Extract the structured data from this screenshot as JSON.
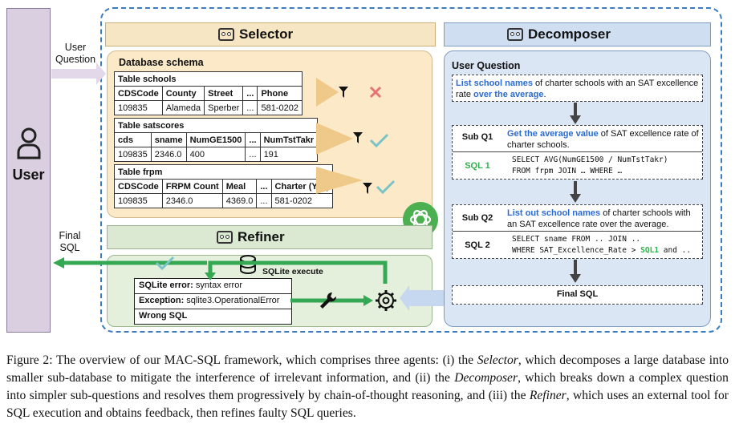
{
  "user": {
    "label": "User",
    "question_label": "User\nQuestion",
    "final_sql_label": "Final\nSQL"
  },
  "selector": {
    "title": "Selector",
    "schema_title": "Database schema",
    "tables": [
      {
        "name": "Table schools",
        "columns": [
          "CDSCode",
          "County",
          "Street",
          "...",
          "Phone"
        ],
        "row": [
          "109835",
          "Alameda",
          "Sperber",
          "...",
          "581-0202"
        ]
      },
      {
        "name": "Table satscores",
        "columns": [
          "cds",
          "sname",
          "NumGE1500",
          "...",
          "NumTstTakr"
        ],
        "row": [
          "109835",
          "2346.0",
          "400",
          "...",
          "191"
        ]
      },
      {
        "name": "Table frpm",
        "columns": [
          "CDSCode",
          "FRPM Count",
          "Meal",
          "...",
          "Charter (Y/N)"
        ],
        "row": [
          "109835",
          "2346.0",
          "4369.0",
          "...",
          "581-0202"
        ]
      }
    ]
  },
  "decomposer": {
    "title": "Decomposer",
    "uq_title": "User Question",
    "uq_p1": "List school names",
    "uq_p2": " of charter schools with an SAT excellence rate ",
    "uq_p3": "over the average",
    "uq_p4": ".",
    "subq1_label": "Sub Q1",
    "subq1_p1": "Get the average value",
    "subq1_p2": " of SAT excellence rate of charter schools.",
    "sql1_label": "SQL 1",
    "sql1_line1": "SELECT AVG(NumGE1500 / NumTstTakr)",
    "sql1_line2": "FROM frpm JOIN … WHERE …",
    "subq2_label": "Sub Q2",
    "subq2_p1": "List out school names",
    "subq2_p2": " of charter schools with an SAT excellence rate over the average.",
    "sql2_label": "SQL 2",
    "sql2_line1": "SELECT sname FROM .. JOIN ..",
    "sql2_line2a": "WHERE SAT_Excellence_Rate > ",
    "sql2_line2b": "SQL1",
    "sql2_line2c": " and ..",
    "final_sql": "Final SQL"
  },
  "refiner": {
    "title": "Refiner",
    "execute_label": "SQLite execute",
    "err1_bold": "SQLite error:",
    "err1_text": " syntax error",
    "err2_bold": "Exception:",
    "err2_text": " sqlite3.OperationalError",
    "err3": "Wrong SQL"
  },
  "caption": {
    "c1": "Figure 2: The overview of our MAC-SQL framework, which comprises three agents: (i) the ",
    "c2": "Selector",
    "c3": ", which decomposes a large database into smaller sub-database to mitigate the interference of irrelevant information, and (ii) the ",
    "c4": "Decomposer",
    "c5": ", which breaks down a complex question into simpler sub-questions and resolves them progressively by chain-of-thought reasoning, and (iii) the ",
    "c6": "Refiner",
    "c7": ", which uses an external tool for SQL execution and obtains feedback, then refines faulty SQL queries."
  },
  "colors": {
    "selector": "#fbe9c8",
    "decomposer": "#dbe6f4",
    "refiner": "#e4efdc",
    "frame": "#3b7bbf",
    "blue_text": "#2a6bd3",
    "green_text": "#2fb14c",
    "cross": "#e57373",
    "check": "#7cc3c8"
  }
}
